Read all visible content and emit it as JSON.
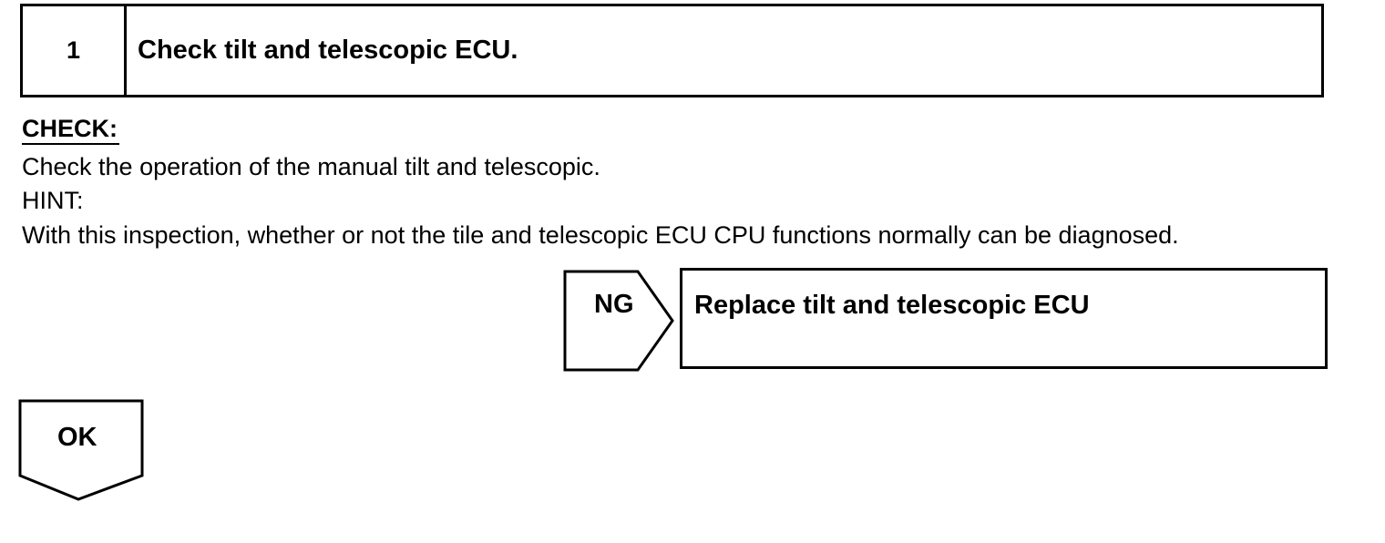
{
  "step": {
    "number": "1",
    "title": "Check tilt and telescopic ECU."
  },
  "check": {
    "label": "CHECK:",
    "instruction": "Check the operation of the manual tilt and telescopic.",
    "hint_label": "HINT:",
    "hint_text": "With this inspection, whether or not the tile and telescopic ECU CPU functions normally can be diagnosed."
  },
  "ng_branch": {
    "label": "NG",
    "action": "Replace tilt and telescopic ECU"
  },
  "ok_branch": {
    "label": "OK"
  }
}
